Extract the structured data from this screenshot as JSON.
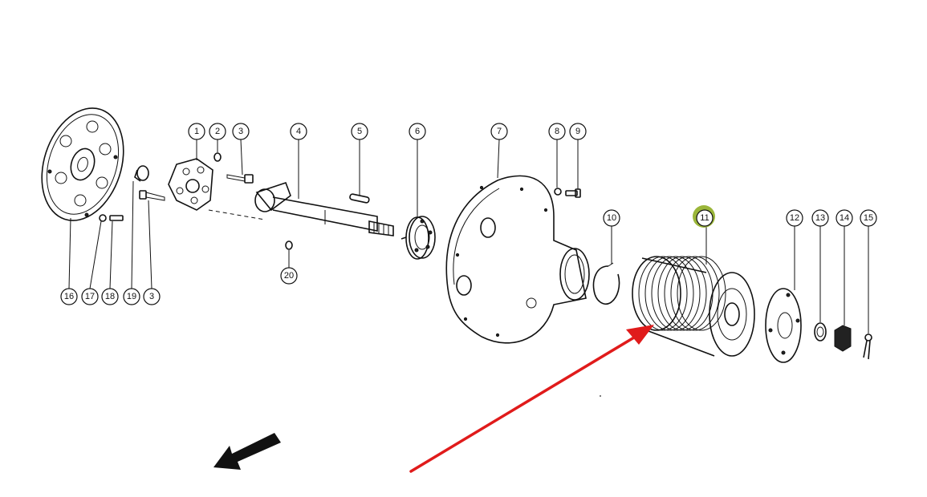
{
  "diagram": {
    "highlight_color": "#9bb63a",
    "arrow_color": "#e01b1b",
    "callouts": [
      {
        "label": "1"
      },
      {
        "label": "2"
      },
      {
        "label": "3"
      },
      {
        "label": "4"
      },
      {
        "label": "5"
      },
      {
        "label": "6"
      },
      {
        "label": "7"
      },
      {
        "label": "8"
      },
      {
        "label": "9"
      },
      {
        "label": "10"
      },
      {
        "label": "11",
        "highlighted": true
      },
      {
        "label": "12"
      },
      {
        "label": "13"
      },
      {
        "label": "14"
      },
      {
        "label": "15"
      },
      {
        "label": "16"
      },
      {
        "label": "17"
      },
      {
        "label": "18"
      },
      {
        "label": "19"
      },
      {
        "label": "3"
      },
      {
        "label": "20"
      }
    ]
  }
}
